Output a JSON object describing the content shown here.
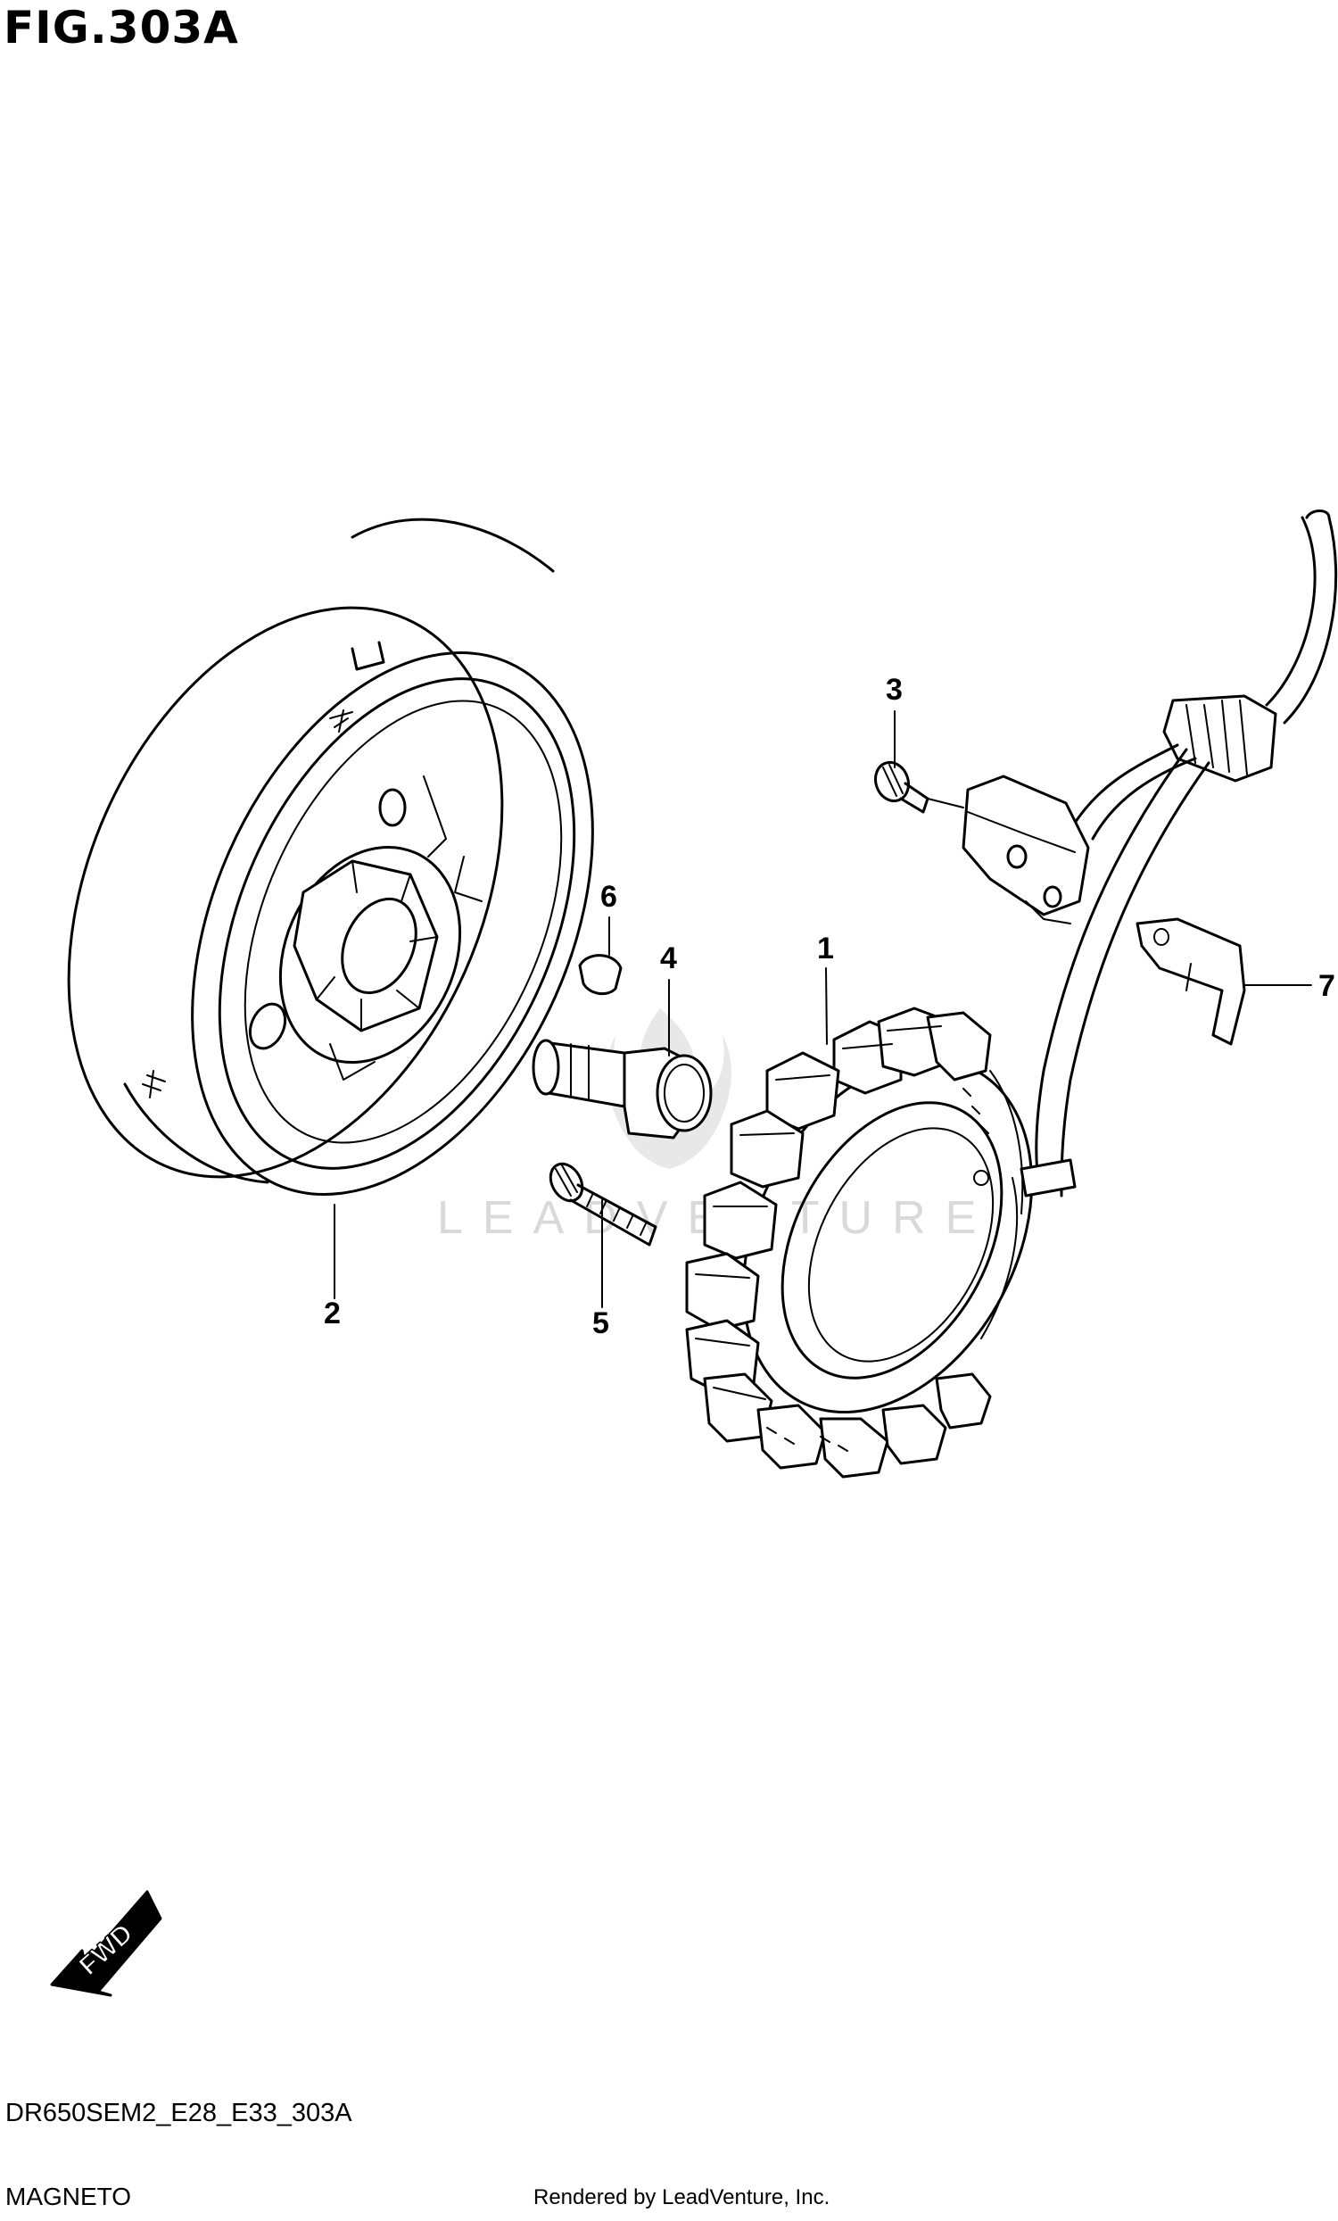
{
  "figure": {
    "title": "FIG.303A",
    "model_code": "DR650SEM2_E28_E33_303A",
    "name": "MAGNETO",
    "rendered_by": "Rendered by LeadVenture, Inc.",
    "watermark": "LEADVENTURE"
  },
  "direction_arrow": {
    "label": "FWD",
    "icon": "fwd-arrow-icon"
  },
  "callouts": [
    {
      "number": "1",
      "part": "stator-coil"
    },
    {
      "number": "2",
      "part": "rotor-flywheel"
    },
    {
      "number": "3",
      "part": "pickup-screw"
    },
    {
      "number": "4",
      "part": "rotor-bolt"
    },
    {
      "number": "5",
      "part": "stator-screw"
    },
    {
      "number": "6",
      "part": "woodruff-key"
    },
    {
      "number": "7",
      "part": "wire-clamp"
    }
  ]
}
